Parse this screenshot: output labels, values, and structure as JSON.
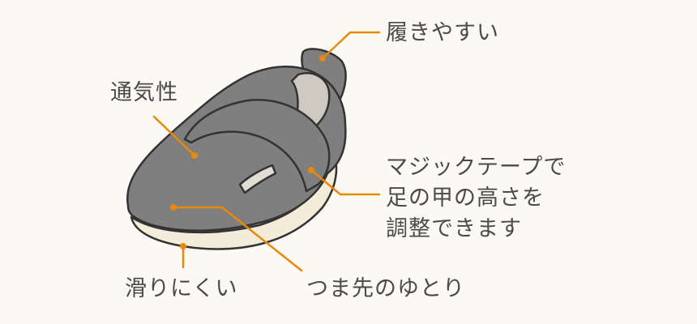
{
  "labels": {
    "easy_to_wear": "履きやすい",
    "breathability": "通気性",
    "velcro_line1": "マジックテープで",
    "velcro_line2": "足の甲の高さを",
    "velcro_line3": "調整できます",
    "toe_room": "つま先のゆとり",
    "non_slip": "滑りにくい"
  },
  "colors": {
    "background": "#fcf9f5",
    "leader_line": "#e8890c",
    "shoe_body": "#7f7f7f",
    "shoe_outline": "#333333",
    "lining": "#cfc9c1",
    "sole": "#f3ecd9"
  }
}
